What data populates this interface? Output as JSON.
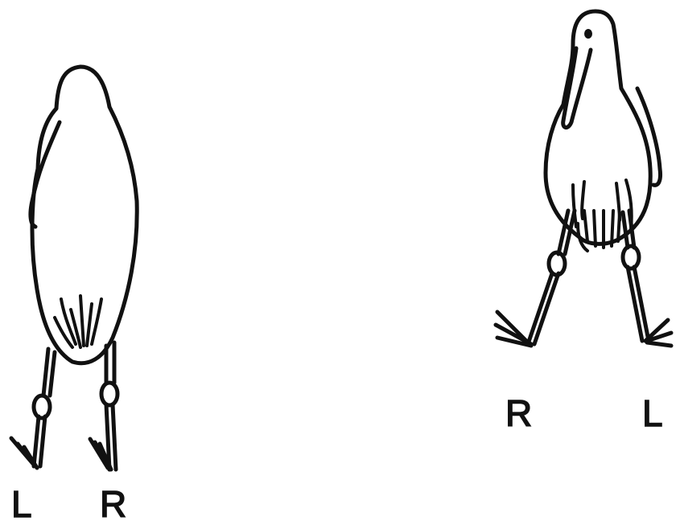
{
  "figures": [
    {
      "view": "back",
      "labels": {
        "left_leg": "L",
        "right_leg": "R"
      }
    },
    {
      "view": "front",
      "labels": {
        "left_leg": "R",
        "right_leg": "L"
      }
    }
  ],
  "colors": {
    "ink": "#111111",
    "background": "#ffffff"
  }
}
